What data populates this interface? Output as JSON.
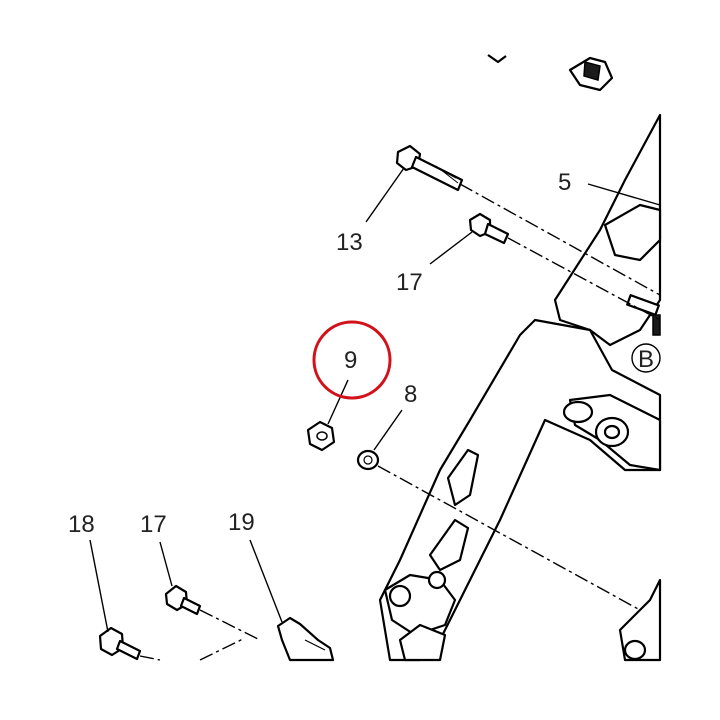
{
  "callouts": {
    "c5": "5",
    "c13": "13",
    "c17a": "17",
    "c9": "9",
    "c8": "8",
    "c18": "18",
    "c17b": "17",
    "c19": "19",
    "cB": "B"
  },
  "highlight": {
    "target": "9",
    "color": "#d0131b"
  }
}
